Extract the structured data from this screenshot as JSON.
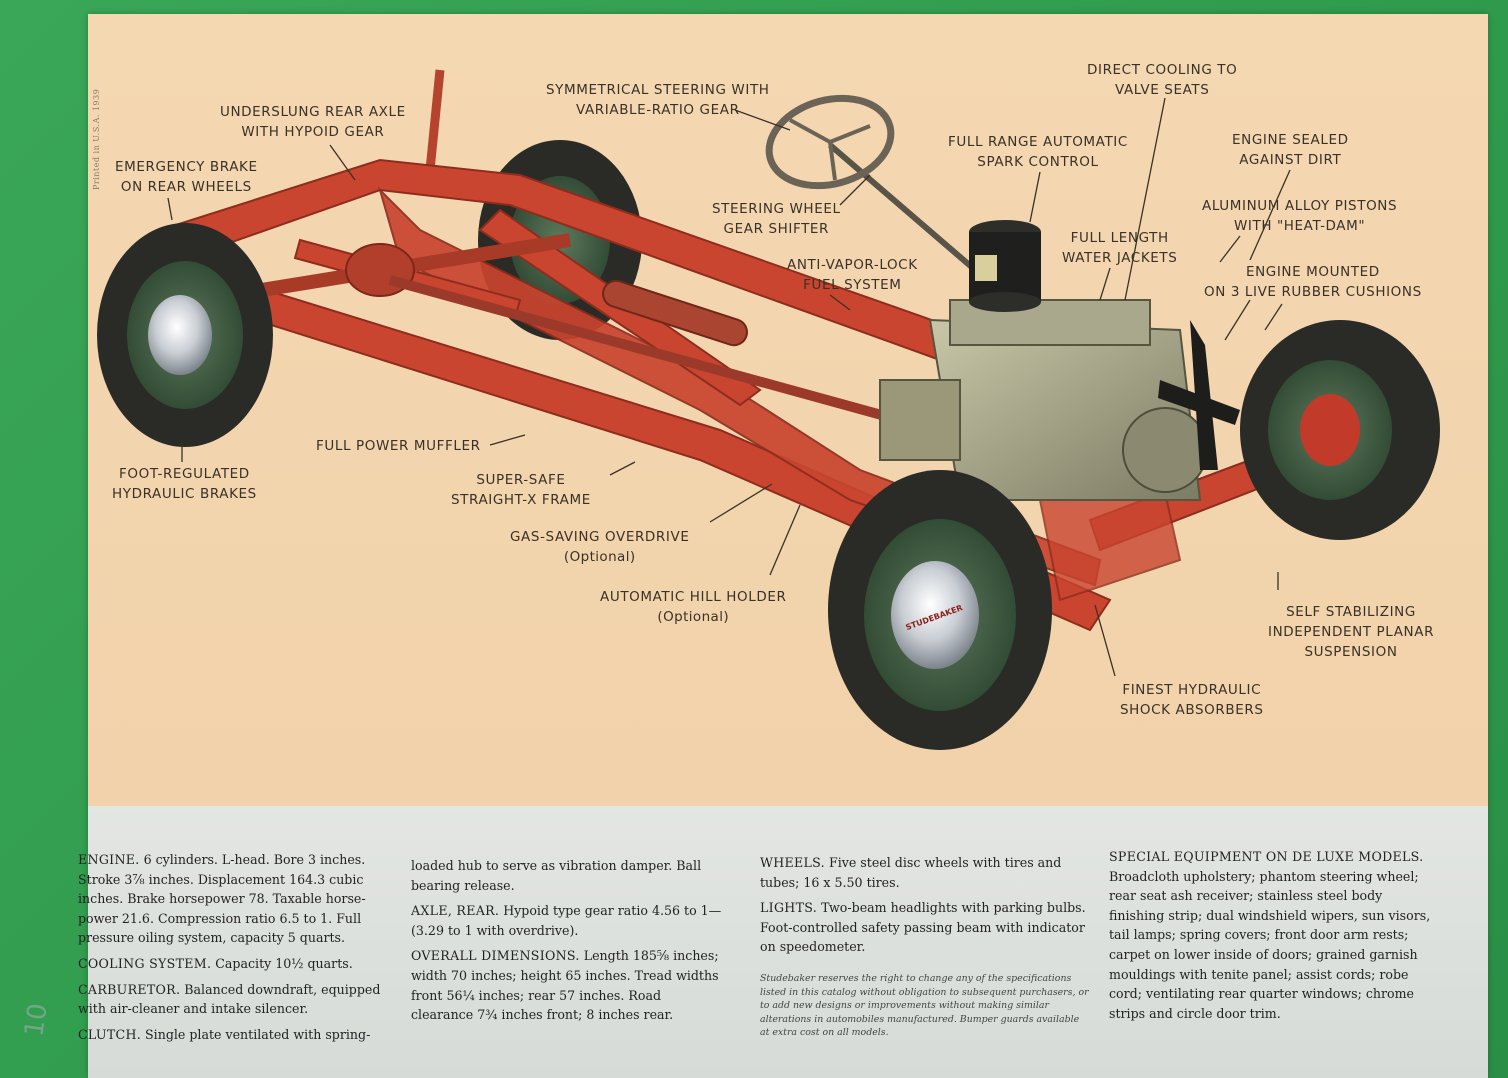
{
  "printed_mark": "Printed in U.S.A. 1939",
  "pencil_mark": "10",
  "callouts": {
    "underslung_axle": [
      "UNDERSLUNG REAR AXLE",
      "WITH HYPOID GEAR"
    ],
    "emergency_brake": [
      "EMERGENCY BRAKE",
      "ON REAR WHEELS"
    ],
    "steering": [
      "SYMMETRICAL STEERING WITH",
      "VARIABLE-RATIO GEAR"
    ],
    "direct_cooling": [
      "DIRECT COOLING TO",
      "VALVE SEATS"
    ],
    "spark_control": [
      "FULL RANGE AUTOMATIC",
      "SPARK CONTROL"
    ],
    "engine_sealed": [
      "ENGINE SEALED",
      "AGAINST DIRT"
    ],
    "steering_wheel_shifter": [
      "STEERING WHEEL",
      "GEAR SHIFTER"
    ],
    "pistons": [
      "ALUMINUM ALLOY PISTONS",
      "WITH \"HEAT-DAM\""
    ],
    "water_jackets": [
      "FULL LENGTH",
      "WATER JACKETS"
    ],
    "anti_vapor": [
      "ANTI-VAPOR-LOCK",
      "FUEL SYSTEM"
    ],
    "engine_mounted": [
      "ENGINE MOUNTED",
      "ON 3 LIVE RUBBER CUSHIONS"
    ],
    "muffler": [
      "FULL POWER MUFFLER"
    ],
    "hydraulic_brakes": [
      "FOOT-REGULATED",
      "HYDRAULIC BRAKES"
    ],
    "frame": [
      "SUPER-SAFE",
      "STRAIGHT-X FRAME"
    ],
    "overdrive": [
      "GAS-SAVING OVERDRIVE",
      "(Optional)"
    ],
    "hill_holder": [
      "AUTOMATIC HILL HOLDER",
      "(Optional)"
    ],
    "suspension": [
      "SELF STABILIZING",
      "INDEPENDENT PLANAR",
      "SUSPENSION"
    ],
    "shock_absorbers": [
      "FINEST HYDRAULIC",
      "SHOCK ABSORBERS"
    ]
  },
  "hubcap_text": "STUDEBAKER",
  "specs": {
    "col1": [
      {
        "head": "ENGINE.",
        "text": " 6 cylinders. L-head. Bore 3 inches. Stroke 3⅞ inches. Displacement 164.3 cubic inches. Brake horsepower 78. Taxable horse-power 21.6. Compression ratio 6.5 to 1. Full pressure oiling system, capacity 5 quarts."
      },
      {
        "head": "COOLING SYSTEM.",
        "text": " Capacity 10½ quarts."
      },
      {
        "head": "CARBURETOR.",
        "text": " Balanced downdraft, equipped with air-cleaner and intake silencer."
      },
      {
        "head": "CLUTCH.",
        "text": " Single plate ventilated with spring-"
      }
    ],
    "col2": [
      {
        "head": "",
        "text": "loaded hub to serve as vibration damper. Ball bearing release."
      },
      {
        "head": "AXLE, REAR.",
        "text": " Hypoid type gear ratio 4.56 to 1—(3.29 to 1 with overdrive)."
      },
      {
        "head": "OVERALL DIMENSIONS.",
        "text": " Length 185⅝ inches; width 70 inches; height 65 inches. Tread widths front 56¼ inches; rear 57 inches. Road clearance 7¾ inches front; 8 inches rear."
      }
    ],
    "col3": [
      {
        "head": "WHEELS.",
        "text": " Five steel disc wheels with tires and tubes; 16 x 5.50 tires."
      },
      {
        "head": "LIGHTS.",
        "text": " Two-beam headlights with parking bulbs. Foot-controlled safety passing beam with indicator on speedometer."
      }
    ],
    "fine_print": "Studebaker reserves the right to change any of the specifications listed in this catalog without obligation to subsequent purchasers, or to add new designs or improvements without making similar alterations in automobiles manufactured. Bumper guards available at extra cost on all models.",
    "col4": [
      {
        "head": "SPECIAL EQUIPMENT ON DE LUXE MODELS.",
        "text": " Broadcloth upholstery; phantom steering wheel; rear seat ash receiver; stainless steel body finishing strip; dual windshield wipers, sun visors, tail lamps; spring covers; front door arm rests; carpet on lower inside of doors; grained garnish mouldings with tenite panel; assist cords; robe cord; ventilating rear quarter windows; chrome strips and circle door trim."
      }
    ]
  },
  "colors": {
    "background": "#2f9a4c",
    "artwork": "#f3d6ae",
    "spec_panel": "#dadfdc",
    "frame_red": "#c9452f",
    "tire": "#2a2a26"
  }
}
